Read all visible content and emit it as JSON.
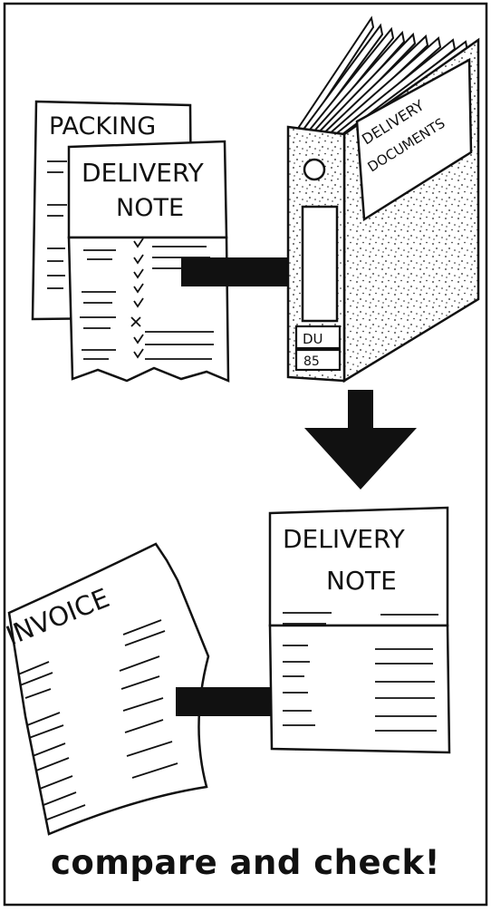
{
  "packing_label": "PACKING",
  "delivery_note": {
    "line1": "DELIVERY",
    "line2": "NOTE"
  },
  "binder": {
    "label_line1": "DELIVERY",
    "label_line2": "DOCUMENTS",
    "spine_code": "DU",
    "spine_number": "85"
  },
  "delivery_note_lower": {
    "line1": "DELIVERY",
    "line2": "NOTE"
  },
  "invoice_label": "INVOICE",
  "caption": "compare and check!",
  "colors": {
    "ink": "#111111",
    "paper": "#ffffff"
  }
}
